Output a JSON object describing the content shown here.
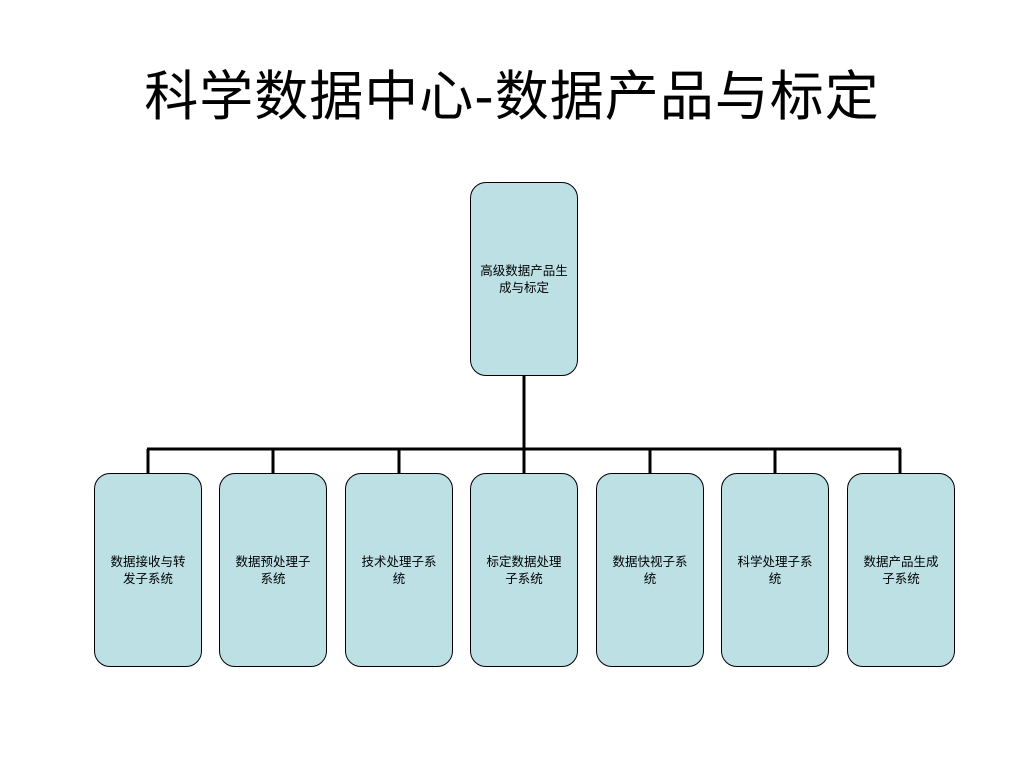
{
  "title": "科学数据中心-数据产品与标定",
  "root": {
    "label": "高级数据产品生成与标定"
  },
  "children": [
    {
      "label": "数据接收与转发子系统"
    },
    {
      "label": "数据预处理子系统"
    },
    {
      "label": "技术处理子系统"
    },
    {
      "label": "标定数据处理子系统"
    },
    {
      "label": "数据快视子系统"
    },
    {
      "label": "科学处理子系统"
    },
    {
      "label": "数据产品生成子系统"
    }
  ],
  "colors": {
    "node_fill": "#bde0e4",
    "line": "#000000"
  }
}
